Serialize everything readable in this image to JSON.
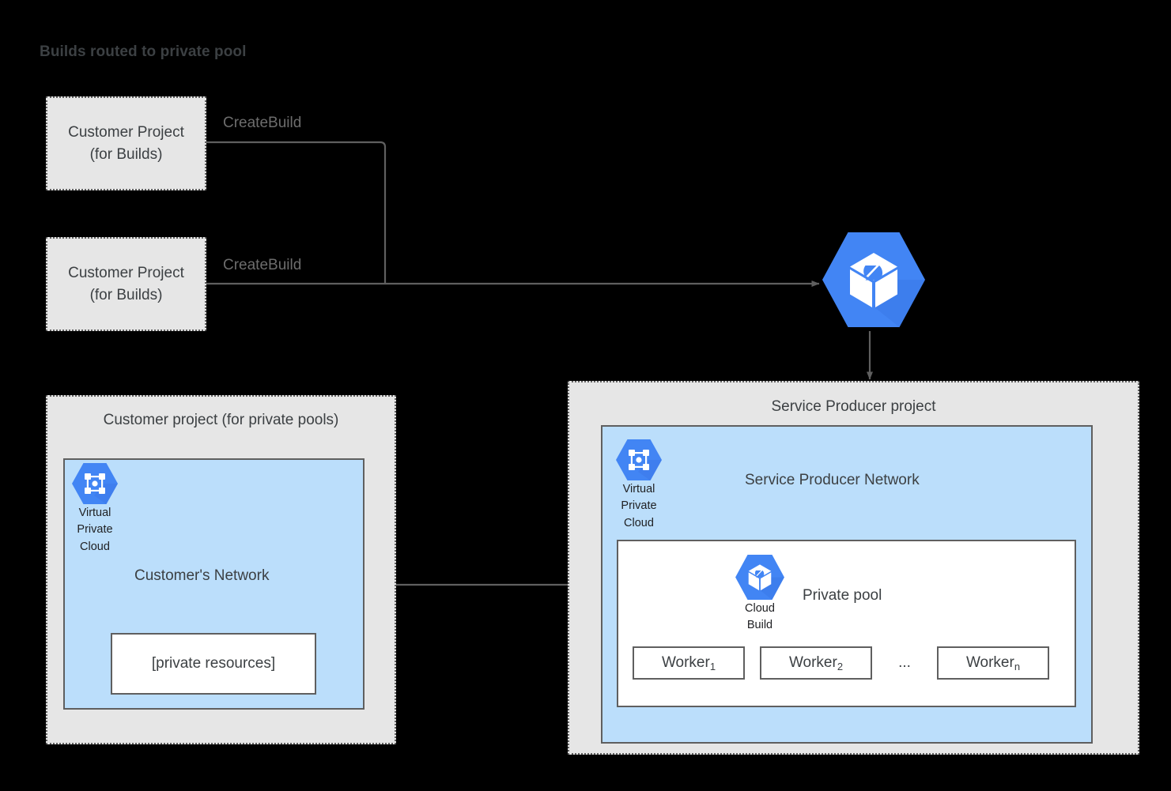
{
  "title": "Builds routed to private pool",
  "colors": {
    "panel_gray": "#E6E6E6",
    "vpc_blue": "#BBDEFB",
    "google_blue": "#4285F4",
    "border_gray": "#5F5F5F",
    "text_dark": "#3C4043",
    "label_gray": "#6D6D6D",
    "background": "#000000"
  },
  "customer_build_projects": [
    {
      "line1": "Customer Project",
      "line2": "(for Builds)",
      "edge_label": "CreateBuild"
    },
    {
      "line1": "Customer Project",
      "line2": "(for Builds)",
      "edge_label": "CreateBuild"
    }
  ],
  "cloud_build_service": {
    "icon": "cloud-build-icon"
  },
  "customer_panel": {
    "title": "Customer project (for private pools)",
    "vpc_icon": {
      "icon": "virtual-private-cloud-icon",
      "line1": "Virtual",
      "line2": "Private",
      "line3": "Cloud"
    },
    "network_title": "Customer's Network",
    "private_resources_label": "[private resources]"
  },
  "producer_panel": {
    "title": "Service Producer project",
    "vpc_icon": {
      "icon": "virtual-private-cloud-icon",
      "line1": "Virtual",
      "line2": "Private",
      "line3": "Cloud"
    },
    "network_title": "Service Producer Network",
    "private_pool": {
      "title": "Private pool",
      "cloud_build_icon": {
        "icon": "cloud-build-icon",
        "line1": "Cloud",
        "line2": "Build"
      },
      "workers": [
        {
          "name": "Worker",
          "subscript": "1"
        },
        {
          "name": "Worker",
          "subscript": "2"
        },
        {
          "name": "Worker",
          "subscript": "n"
        }
      ],
      "ellipsis": "..."
    }
  },
  "connectors": {
    "peering_arrow": "bidirectional-network-peering-arrow",
    "build_arrow": "createbuild-request-arrow",
    "dispatch_arrow": "cloudbuild-to-producer-arrow"
  }
}
